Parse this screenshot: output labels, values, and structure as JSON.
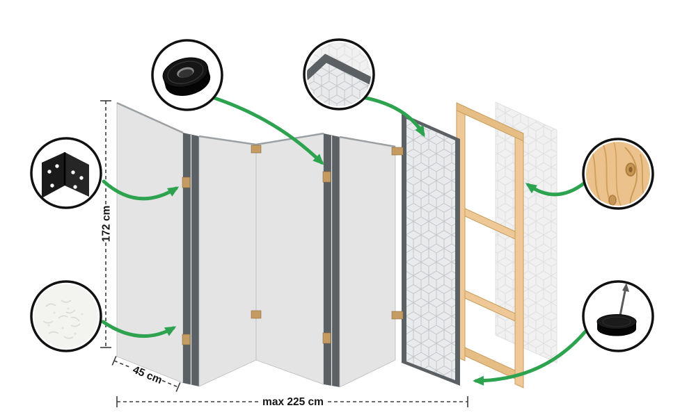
{
  "diagram": {
    "subject": "folding-room-divider-product-diagram",
    "dimensions": {
      "height": "172 cm",
      "panel_width": "45 cm",
      "total_width": "max 225 cm"
    },
    "callouts": [
      {
        "id": "hinge",
        "icon": "hinge-icon"
      },
      {
        "id": "tape-roll",
        "icon": "tape-roll-icon"
      },
      {
        "id": "panel-corner-pattern",
        "icon": "panel-corner-icon"
      },
      {
        "id": "wood-texture",
        "icon": "wood-texture-icon"
      },
      {
        "id": "fleece-texture",
        "icon": "fleece-texture-icon"
      },
      {
        "id": "felt-foot",
        "icon": "felt-foot-icon"
      }
    ],
    "colors": {
      "arrow_green": "#2ea34f",
      "callout_border": "#111111",
      "panel_gray": "#e4e4e4",
      "edge_dark": "#5b6064",
      "wood": "#eec897",
      "brass": "#c59b62"
    }
  }
}
